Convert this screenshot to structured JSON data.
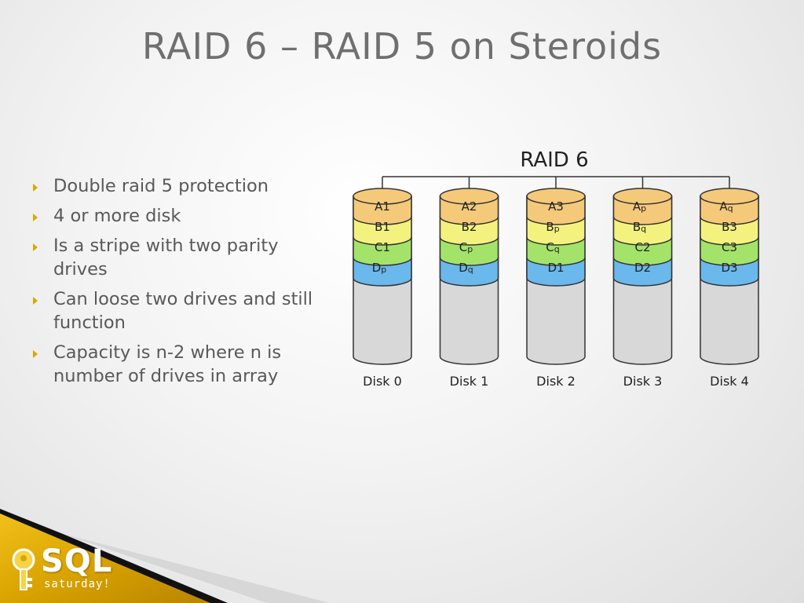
{
  "slide": {
    "title": "RAID 6 – RAID 5 on Steroids",
    "bullets": [
      "Double raid 5 protection",
      "4 or more disk",
      "Is a stripe with two parity drives",
      "Can loose two drives and still function",
      "Capacity is n-2 where n is number of drives in array"
    ]
  },
  "diagram": {
    "title": "RAID 6",
    "disks": [
      {
        "label": "Disk 0",
        "blocks": [
          {
            "t": "A",
            "s": "1"
          },
          {
            "t": "B",
            "s": "1"
          },
          {
            "t": "C",
            "s": "1"
          },
          {
            "t": "D",
            "s": "p"
          }
        ]
      },
      {
        "label": "Disk 1",
        "blocks": [
          {
            "t": "A",
            "s": "2"
          },
          {
            "t": "B",
            "s": "2"
          },
          {
            "t": "C",
            "s": "p"
          },
          {
            "t": "D",
            "s": "q"
          }
        ]
      },
      {
        "label": "Disk 2",
        "blocks": [
          {
            "t": "A",
            "s": "3"
          },
          {
            "t": "B",
            "s": "p"
          },
          {
            "t": "C",
            "s": "q"
          },
          {
            "t": "D",
            "s": "1"
          }
        ]
      },
      {
        "label": "Disk 3",
        "blocks": [
          {
            "t": "A",
            "s": "p"
          },
          {
            "t": "B",
            "s": "q"
          },
          {
            "t": "C",
            "s": "2"
          },
          {
            "t": "D",
            "s": "2"
          }
        ]
      },
      {
        "label": "Disk 4",
        "blocks": [
          {
            "t": "A",
            "s": "q"
          },
          {
            "t": "B",
            "s": "3"
          },
          {
            "t": "C",
            "s": "3"
          },
          {
            "t": "D",
            "s": "3"
          }
        ]
      }
    ],
    "colors": {
      "A": "#f5c97a",
      "B": "#f4f27e",
      "C": "#a4e36a",
      "D": "#6ab8ec",
      "body": "#d8d8d8",
      "stroke": "#333333"
    }
  },
  "logo": {
    "main": "SQL",
    "sub": "saturday!",
    "icon": "key-icon"
  },
  "colors": {
    "title": "#6f6f6f",
    "bullet_arrow": "#d9a800",
    "footer_gold": "#d9a800"
  }
}
